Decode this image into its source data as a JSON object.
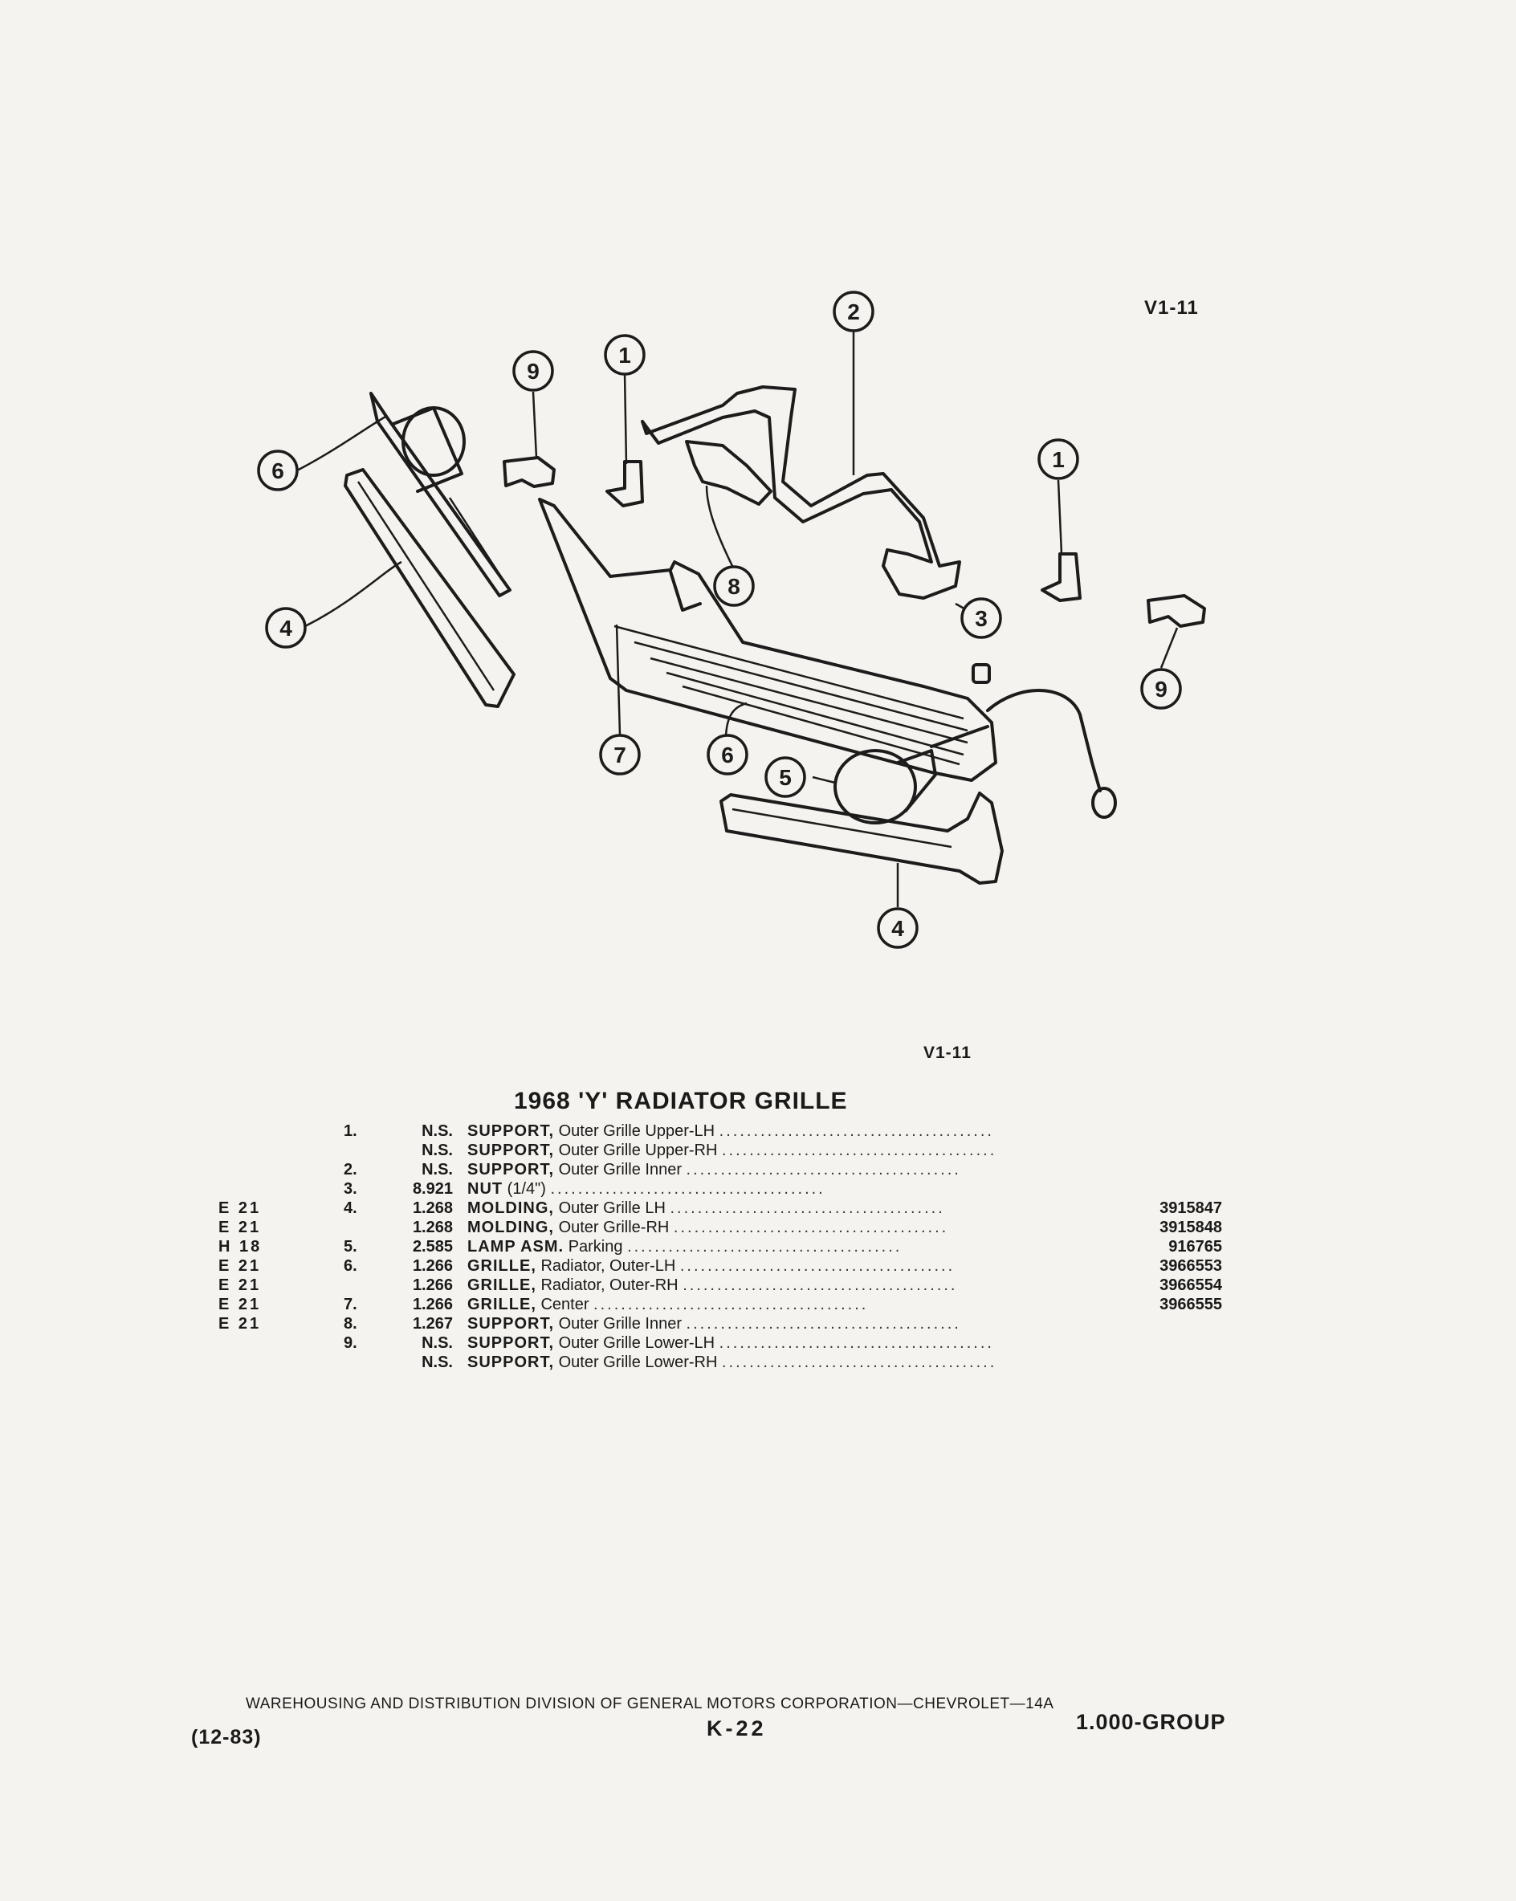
{
  "figure": {
    "ref_top": "V1-11",
    "ref_bottom": "V1-11",
    "callouts": [
      "1",
      "1",
      "2",
      "3",
      "4",
      "4",
      "5",
      "6",
      "6",
      "7",
      "8",
      "9",
      "9"
    ]
  },
  "parts_list": {
    "title": "1968 'Y' RADIATOR GRILLE",
    "rows": [
      {
        "code": "",
        "item": "1.",
        "price": "N.S.",
        "name": "SUPPORT,",
        "detail": "Outer Grille Upper-LH",
        "part_no": ""
      },
      {
        "code": "",
        "item": "",
        "price": "N.S.",
        "name": "SUPPORT,",
        "detail": "Outer Grille Upper-RH",
        "part_no": ""
      },
      {
        "code": "",
        "item": "2.",
        "price": "N.S.",
        "name": "SUPPORT,",
        "detail": "Outer Grille Inner",
        "part_no": ""
      },
      {
        "code": "",
        "item": "3.",
        "price": "8.921",
        "name": "NUT",
        "detail": "(1/4\")",
        "part_no": ""
      },
      {
        "code": "E 21",
        "item": "4.",
        "price": "1.268",
        "name": "MOLDING,",
        "detail": "Outer Grille LH",
        "part_no": "3915847"
      },
      {
        "code": "E 21",
        "item": "",
        "price": "1.268",
        "name": "MOLDING,",
        "detail": "Outer Grille-RH",
        "part_no": "3915848"
      },
      {
        "code": "H 18",
        "item": "5.",
        "price": "2.585",
        "name": "LAMP ASM.",
        "detail": "Parking",
        "part_no": "916765"
      },
      {
        "code": "E 21",
        "item": "6.",
        "price": "1.266",
        "name": "GRILLE,",
        "detail": "Radiator, Outer-LH",
        "part_no": "3966553"
      },
      {
        "code": "E 21",
        "item": "",
        "price": "1.266",
        "name": "GRILLE,",
        "detail": "Radiator, Outer-RH",
        "part_no": "3966554"
      },
      {
        "code": "E 21",
        "item": "7.",
        "price": "1.266",
        "name": "GRILLE,",
        "detail": "Center",
        "part_no": "3966555"
      },
      {
        "code": "E 21",
        "item": "8.",
        "price": "1.267",
        "name": "SUPPORT,",
        "detail": "Outer Grille Inner",
        "part_no": ""
      },
      {
        "code": "",
        "item": "9.",
        "price": "N.S.",
        "name": "SUPPORT,",
        "detail": "Outer Grille Lower-LH",
        "part_no": ""
      },
      {
        "code": "",
        "item": "",
        "price": "N.S.",
        "name": "SUPPORT,",
        "detail": "Outer Grille Lower-RH",
        "part_no": ""
      }
    ],
    "leader_dots": "........................................"
  },
  "footer": {
    "division_line": "WAREHOUSING AND DISTRIBUTION DIVISION OF GENERAL MOTORS CORPORATION—CHEVROLET—14A",
    "date": "(12-83)",
    "page": "K-22",
    "group": "1.000-GROUP"
  }
}
